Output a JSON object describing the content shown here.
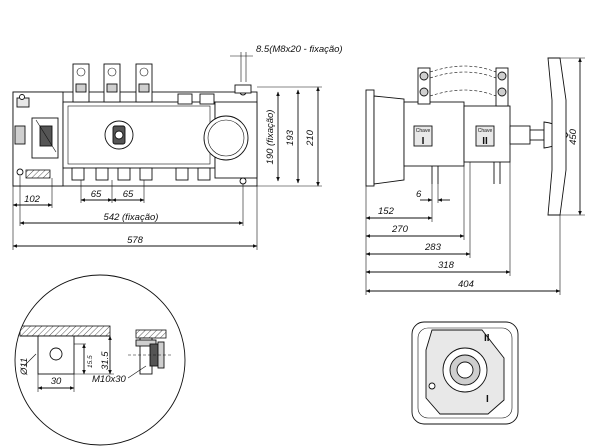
{
  "front_view": {
    "dim_bolt": "8.5(M8x20 - fixação)",
    "dim_210": "210",
    "dim_193": "193",
    "dim_190": "190 (fixação)",
    "dim_65a": "65",
    "dim_65b": "65",
    "dim_102": "102",
    "dim_542": "542 (fixação)",
    "dim_578": "578"
  },
  "side_view": {
    "dim_450": "450",
    "dim_6": "6",
    "dim_152": "152",
    "dim_270": "270",
    "dim_283": "283",
    "dim_318": "318",
    "dim_404": "404",
    "label_chave1": "Chave",
    "label_chave1_num": "I",
    "label_chave2": "Chave",
    "label_chave2_num": "II"
  },
  "detail_view": {
    "dim_d11": "Ø11",
    "dim_15_5": "15.5",
    "dim_31_5": "31.5",
    "dim_30": "30",
    "dim_m10": "M10x30"
  },
  "handle_view": {
    "pos_1": "I",
    "pos_2": "II"
  }
}
